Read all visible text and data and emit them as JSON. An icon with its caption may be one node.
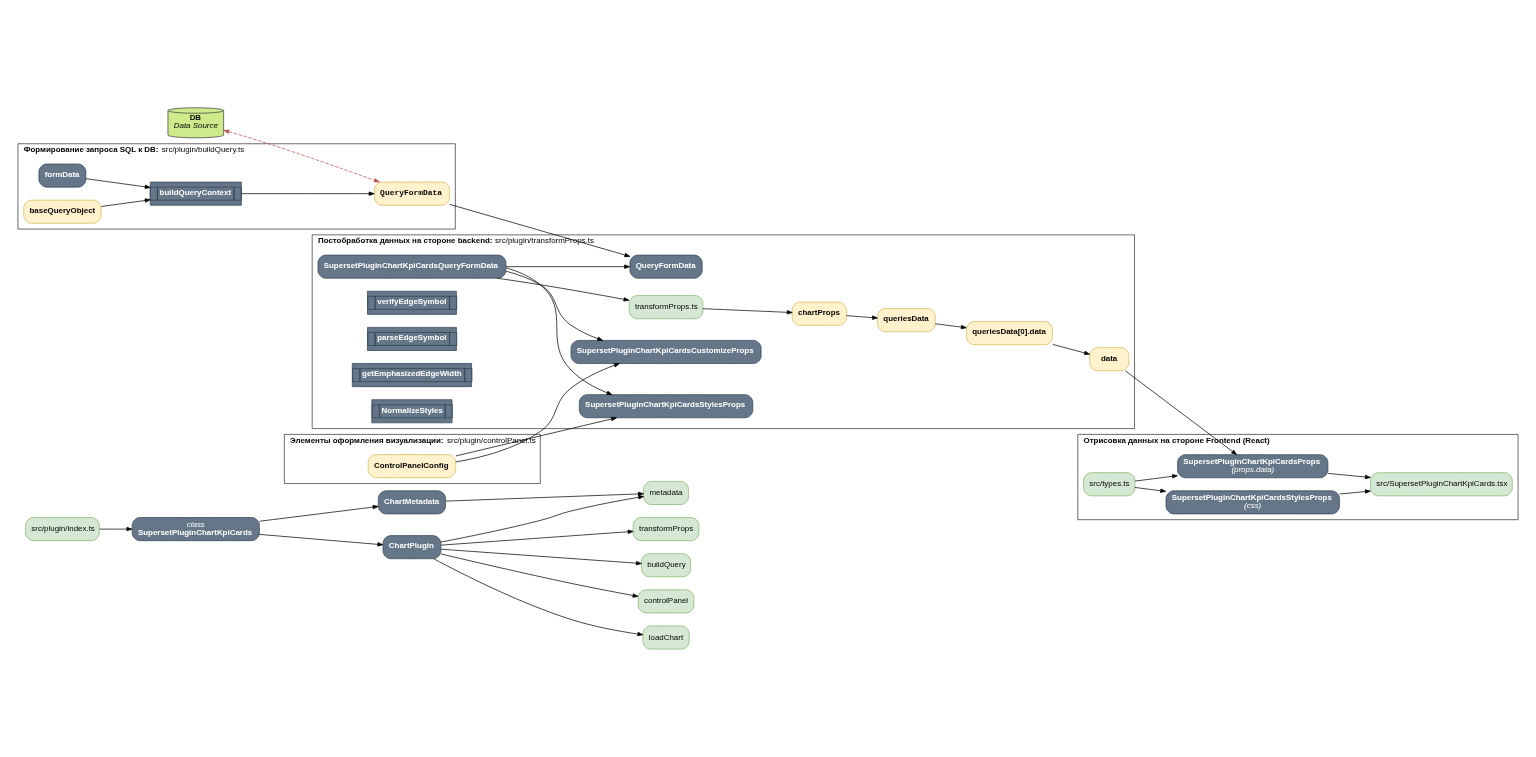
{
  "diagram": {
    "nodes": [
      {
        "text": [
          "src/plugin/index.ts"
        ]
      },
      {
        "text": [
          "class",
          "SupersetPluginChartKpiCards"
        ]
      },
      {
        "text": [
          "ChartMetadata"
        ]
      },
      {
        "text": [
          "ChartPlugin"
        ]
      },
      {
        "text": [
          "buildQuery"
        ]
      },
      {
        "text": [
          "controlPanel"
        ]
      },
      {
        "text": [
          "loadChart"
        ]
      },
      {
        "text": [
          "metadata"
        ]
      },
      {
        "text": [
          "transformProps"
        ]
      },
      {
        "text": [
          "DB",
          "Data Source"
        ]
      },
      {
        "text": [
          "**Формирование запроса SQL к DB:** src/plugin/buildQuery.ts"
        ]
      },
      {
        "text": [
          "formData"
        ],
        "in": 10
      },
      {
        "text": [
          "baseQueryObject"
        ],
        "in": 10
      },
      {
        "text": [
          "buildQueryContext"
        ],
        "in": 10
      },
      {
        "text": [
          "QueryFormData"
        ],
        "in": 10
      },
      {
        "text": [
          "**Элементы оформления визуализации:** src/plugin/controlPanel.ts"
        ]
      },
      {
        "text": [
          "ControlPanelConfig"
        ],
        "in": 15
      },
      {
        "text": [
          "**Постобработка данных на стороне backend:** src/plugin/transformProps.ts"
        ]
      },
      {
        "text": [
          "transformProps.ts"
        ],
        "in": 17
      },
      {
        "text": [
          "SupersetPluginChartKpiCardsQueryFormData"
        ],
        "in": 17
      },
      {
        "text": [
          "verifyEdgeSymbol"
        ],
        "in": 17
      },
      {
        "text": [
          "parseEdgeSymbol"
        ],
        "in": 17
      },
      {
        "text": [
          "getEmphasizedEdgeWidth"
        ],
        "in": 17
      },
      {
        "text": [
          "NormalizeStyles"
        ],
        "in": 17
      },
      {
        "text": [
          "chartProps"
        ],
        "in": 17
      },
      {
        "text": [
          "queriesData"
        ],
        "in": 17
      },
      {
        "text": [
          "queriesData[0].data"
        ],
        "in": 17
      },
      {
        "text": [
          "data"
        ],
        "in": 17
      },
      {
        "text": [
          "QueryFormData"
        ],
        "in": 17
      },
      {
        "text": [
          "SupersetPluginChartKpiCardsStylesProps"
        ],
        "in": 17
      },
      {
        "text": [
          "SupersetPluginChartKpiCardsCustomizeProps"
        ],
        "in": 17
      },
      {
        "text": [
          "**Отрисовка данных на стороне Frontend (React)**"
        ]
      },
      {
        "text": [
          "src/types.ts"
        ],
        "in": 31
      },
      {
        "text": [
          "SupersetPluginChartKpiCardsProps",
          "(props.data)"
        ],
        "in": 31
      },
      {
        "text": [
          "SupersetPluginChartKpiCardsStylesProps",
          "(css)"
        ],
        "in": 31
      },
      {
        "text": [
          "src/SupersetPluginChartKpiCards.tsx"
        ],
        "in": 31
      }
    ],
    "edges": [
      {
        "from": 0,
        "to": 1,
        "arrow": "to"
      },
      {
        "from": 1,
        "to": 2,
        "arrow": "to"
      },
      {
        "from": 1,
        "to": 3,
        "arrow": "to"
      },
      {
        "from": 3,
        "to": 4,
        "arrow": "to"
      },
      {
        "from": 3,
        "to": 5,
        "arrow": "to"
      },
      {
        "from": 3,
        "to": 6,
        "arrow": "to"
      },
      {
        "from": 3,
        "to": 7,
        "arrow": "to"
      },
      {
        "from": 3,
        "to": 8,
        "arrow": "to"
      },
      {
        "from": 2,
        "to": 7,
        "arrow": "to"
      },
      {
        "from": 9,
        "to": 14,
        "arrow": "both",
        "style": "dashed",
        "color": "#b85450"
      },
      {
        "from": 11,
        "to": 13,
        "arrow": "to"
      },
      {
        "from": 12,
        "to": 13,
        "arrow": "to"
      },
      {
        "from": 13,
        "to": 14,
        "arrow": "to"
      },
      {
        "from": 14,
        "to": 28,
        "arrow": "to"
      },
      {
        "from": 16,
        "to": 29,
        "arrow": "to"
      },
      {
        "from": 16,
        "to": 30,
        "arrow": "to"
      },
      {
        "from": 19,
        "to": 18,
        "arrow": "to"
      },
      {
        "from": 19,
        "to": 28,
        "arrow": "to"
      },
      {
        "from": 19,
        "to": 29,
        "arrow": "to"
      },
      {
        "from": 19,
        "to": 30,
        "arrow": "to"
      },
      {
        "from": 18,
        "to": 24,
        "arrow": "to"
      },
      {
        "from": 24,
        "to": 25,
        "arrow": "to"
      },
      {
        "from": 25,
        "to": 26,
        "arrow": "to"
      },
      {
        "from": 26,
        "to": 27,
        "arrow": "to"
      },
      {
        "from": 27,
        "to": 33,
        "arrow": "to"
      },
      {
        "from": 32,
        "to": 33,
        "arrow": "to"
      },
      {
        "from": 32,
        "to": 34,
        "arrow": "to"
      },
      {
        "from": 33,
        "to": 35,
        "arrow": "to"
      },
      {
        "from": 34,
        "to": 35,
        "arrow": "to"
      }
    ]
  }
}
